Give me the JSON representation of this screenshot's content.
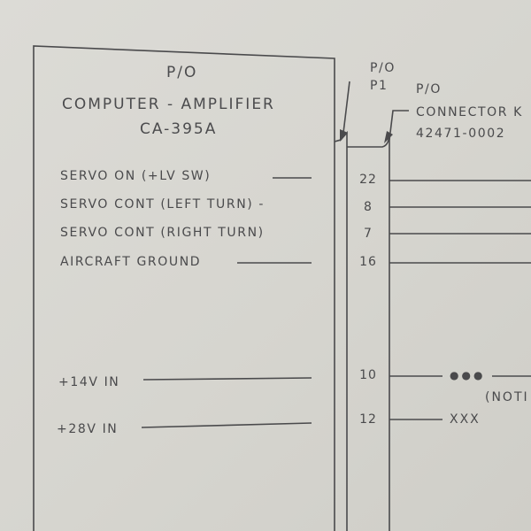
{
  "computer": {
    "ref_label": "P/O",
    "title_line1": "COMPUTER - AMPLIFIER",
    "model": "CA-395A"
  },
  "plug": {
    "ref_label": "P/O",
    "designator": "P1"
  },
  "connector": {
    "ref_label": "P/O",
    "name": "CONNECTOR K",
    "part_number": "42471-0002"
  },
  "signals": [
    {
      "label": "SERVO  ON  (+LV SW)",
      "pin": "22"
    },
    {
      "label": "SERVO  CONT  (LEFT TURN) -",
      "pin": "8"
    },
    {
      "label": "SERVO  CONT  (RIGHT TURN)",
      "pin": "7"
    },
    {
      "label": "AIRCRAFT  GROUND",
      "pin": "16"
    },
    {
      "label": "+14V  IN",
      "pin": "10"
    },
    {
      "label": "+28V  IN",
      "pin": "12"
    }
  ],
  "wire_markers": {
    "dots": "●●●",
    "crosses": "XXX",
    "note": "(NOTI"
  },
  "colors": {
    "ink": "#4a4a4c",
    "paper": "#d9d8d3"
  }
}
